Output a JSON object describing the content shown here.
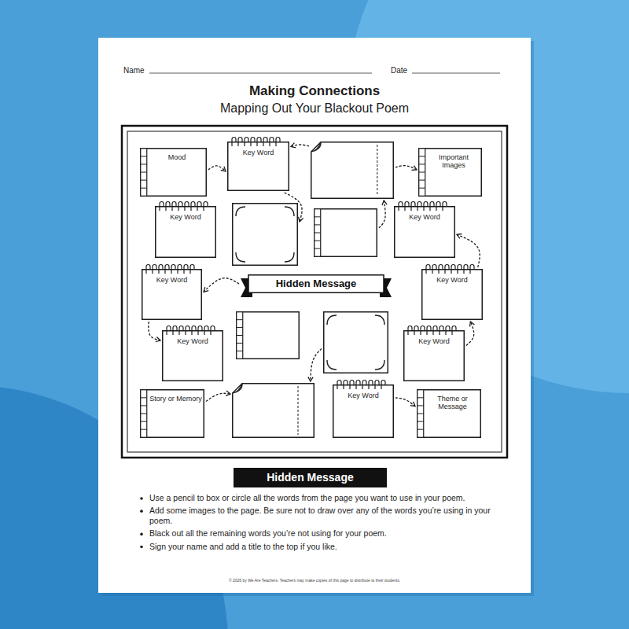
{
  "diagram": {
    "title": "Making Connections",
    "nodes": [
      {
        "text": [
          "Mood"
        ]
      },
      {
        "text": [
          "Key Word"
        ]
      },
      {
        "text": []
      },
      {
        "text": [
          "Important Images"
        ]
      },
      {
        "text": [
          "Key Word"
        ]
      },
      {
        "text": []
      },
      {
        "text": []
      },
      {
        "text": [
          "Key Word"
        ]
      },
      {
        "text": [
          "Key Word"
        ]
      },
      {
        "text": [
          "Hidden Message"
        ]
      },
      {
        "text": [
          "Key Word"
        ]
      },
      {
        "text": [
          "Key Word"
        ]
      },
      {
        "text": []
      },
      {
        "text": []
      },
      {
        "text": [
          "Key Word"
        ]
      },
      {
        "text": [
          "Story or Memory"
        ]
      },
      {
        "text": []
      },
      {
        "text": [
          "Key Word"
        ]
      },
      {
        "text": [
          "Theme or Message"
        ]
      },
      {
        "text": [
          "Hidden Message"
        ]
      }
    ],
    "edges": [
      {
        "from": 0,
        "to": 1,
        "arrow": "to"
      },
      {
        "from": 2,
        "to": 1,
        "arrow": "to"
      },
      {
        "from": 2,
        "to": 3,
        "arrow": "to"
      },
      {
        "from": 1,
        "to": 5,
        "arrow": "to"
      },
      {
        "from": 6,
        "to": 2,
        "arrow": "to"
      },
      {
        "from": 10,
        "to": 7,
        "arrow": "to"
      },
      {
        "from": 9,
        "to": 8,
        "arrow": "to"
      },
      {
        "from": 8,
        "to": 11,
        "arrow": "to"
      },
      {
        "from": 14,
        "to": 10,
        "arrow": "to"
      },
      {
        "from": 13,
        "to": 16,
        "arrow": "to"
      },
      {
        "from": 15,
        "to": 16,
        "arrow": "to"
      },
      {
        "from": 17,
        "to": 18,
        "arrow": "to"
      }
    ],
    "labels": [
      "Name",
      "Date",
      "Mapping Out Your Blackout Poem",
      "Use a pencil to box or circle all the words from the page you want to use in your poem.",
      "Add some images to the page. Be sure not to draw over any of the words you’re using in your poem.",
      "Black out all the remaining words you’re not using for your poem.",
      "Sign your name and add a title to the top if you like.",
      "© 2026 by We Are Teachers. Teachers may make copies of this page to distribute to their students."
    ]
  }
}
